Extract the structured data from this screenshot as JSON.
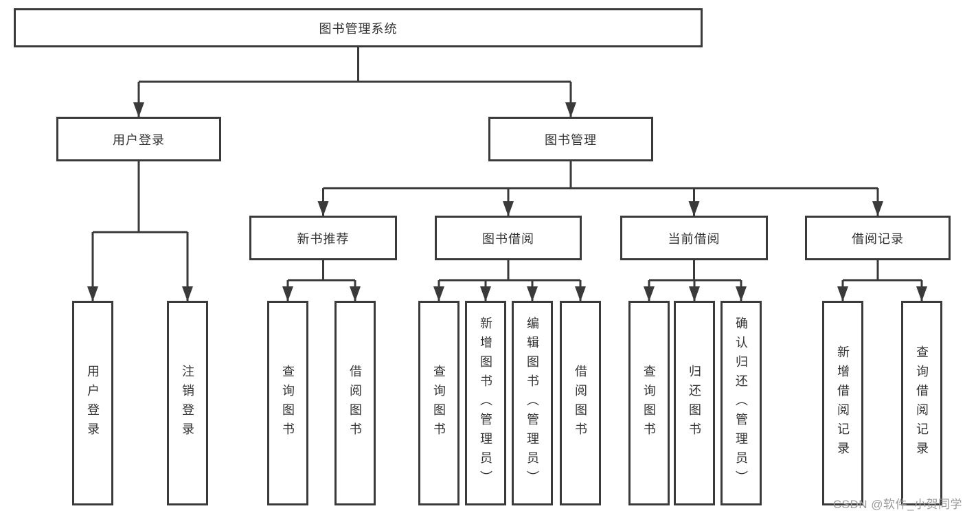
{
  "diagram": {
    "root": {
      "label": "图书管理系统"
    },
    "branches": [
      {
        "label": "用户登录",
        "children": [
          {
            "label": "用户登录"
          },
          {
            "label": "注销登录"
          }
        ]
      },
      {
        "label": "图书管理",
        "children": [
          {
            "label": "新书推荐",
            "children": [
              {
                "label": "查询图书"
              },
              {
                "label": "借阅图书"
              }
            ]
          },
          {
            "label": "图书借阅",
            "children": [
              {
                "label": "查询图书"
              },
              {
                "label": "新增图书（管理员）"
              },
              {
                "label": "编辑图书（管理员）"
              },
              {
                "label": "借阅图书"
              }
            ]
          },
          {
            "label": "当前借阅",
            "children": [
              {
                "label": "查询图书"
              },
              {
                "label": "归还图书"
              },
              {
                "label": "确认归还（管理员）"
              }
            ]
          },
          {
            "label": "借阅记录",
            "children": [
              {
                "label": "新增借阅记录"
              },
              {
                "label": "查询借阅记录"
              }
            ]
          }
        ]
      }
    ]
  },
  "watermark": {
    "text": "CSDN @软件_小贺同学"
  },
  "colors": {
    "line": "#3a3a3a",
    "box_fill": "#ffffff",
    "text": "#333333",
    "watermark": "#9a9a9a",
    "background": "#ffffff"
  }
}
